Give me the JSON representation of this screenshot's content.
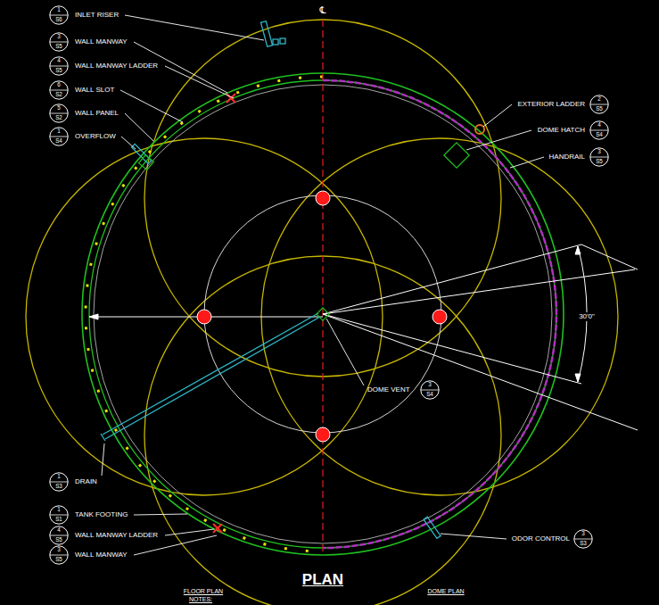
{
  "diagram": {
    "nodes": [
      {
        "text": [
          "1",
          "S6"
        ]
      },
      {
        "text": [
          "3",
          "S5"
        ]
      },
      {
        "text": [
          "4",
          "S5"
        ]
      },
      {
        "text": [
          "6",
          "S2"
        ]
      },
      {
        "text": [
          "2",
          "S5"
        ]
      },
      {
        "text": [
          "5",
          "S2"
        ]
      },
      {
        "text": [
          "4",
          "S4"
        ]
      },
      {
        "text": [
          "1",
          "S4"
        ]
      },
      {
        "text": [
          "3",
          "S5"
        ]
      },
      {
        "text": [
          "3",
          "S4"
        ]
      },
      {
        "text": [
          "1",
          "S3"
        ]
      },
      {
        "text": [
          "1",
          "S1"
        ]
      },
      {
        "text": [
          "4",
          "S5"
        ]
      },
      {
        "text": [
          "3",
          "S5"
        ]
      },
      {
        "text": [
          "3",
          "S3"
        ]
      }
    ],
    "labels": [
      "℄",
      "INLET RISER",
      "WALL MANWAY",
      "WALL MANWAY LADDER",
      "WALL SLOT",
      "WALL PANEL",
      "OVERFLOW",
      "EXTERIOR LADDER",
      "DOME HATCH",
      "HANDRAIL",
      "30'0\"",
      "DOME VENT",
      "DRAIN",
      "TANK FOOTING",
      "WALL MANWAY LADDER",
      "WALL MANWAY",
      "ODOR CONTROL",
      "PLAN",
      "FLOOR PLAN",
      "DOME PLAN",
      "NOTES:"
    ]
  }
}
